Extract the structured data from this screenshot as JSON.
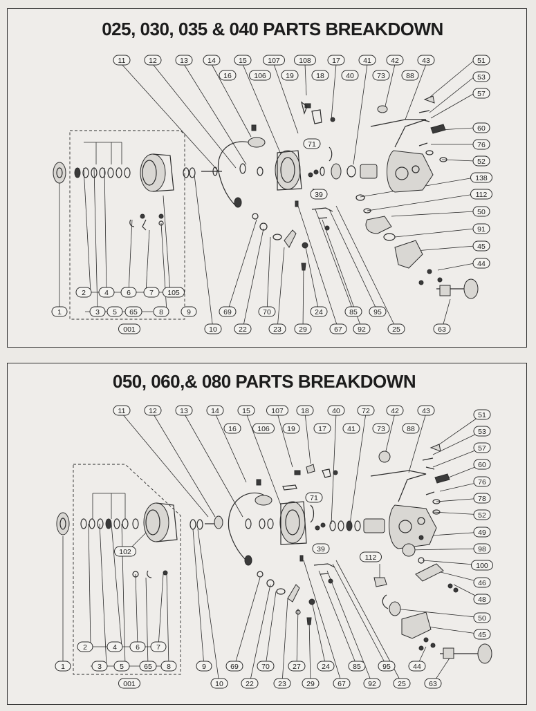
{
  "diagram_top": {
    "title": "025, 030, 035 & 040 PARTS BREAKDOWN",
    "top_row": [
      "11",
      "12",
      "13",
      "14",
      "15",
      "107",
      "108",
      "17",
      "41",
      "42",
      "43",
      "51",
      "53",
      "57",
      "60",
      "76",
      "52"
    ],
    "inner_labels": [
      "16",
      "106",
      "19",
      "18",
      "40",
      "73",
      "88",
      "71",
      "39",
      "138",
      "112",
      "50",
      "91",
      "45",
      "44"
    ],
    "bottom_row": [
      "1",
      "2",
      "3",
      "4",
      "5",
      "6",
      "65",
      "7",
      "8",
      "105",
      "9",
      "10",
      "69",
      "22",
      "70",
      "23",
      "29",
      "24",
      "67",
      "85",
      "92",
      "95",
      "25",
      "63"
    ],
    "group_label": "001"
  },
  "diagram_bottom": {
    "title": "050, 060,& 080 PARTS BREAKDOWN",
    "top_row": [
      "11",
      "12",
      "13",
      "14",
      "15",
      "107",
      "18",
      "40",
      "72",
      "42",
      "43",
      "51",
      "53",
      "57",
      "60",
      "76",
      "78",
      "52"
    ],
    "inner_labels": [
      "16",
      "106",
      "19",
      "17",
      "41",
      "73",
      "88",
      "71",
      "39",
      "102",
      "112",
      "49",
      "98",
      "100",
      "46",
      "48",
      "50",
      "45"
    ],
    "bottom_row": [
      "1",
      "2",
      "3",
      "4",
      "5",
      "6",
      "65",
      "7",
      "8",
      "9",
      "10",
      "69",
      "22",
      "70",
      "23",
      "27",
      "29",
      "24",
      "67",
      "85",
      "92",
      "95",
      "25",
      "44",
      "63"
    ],
    "group_label": "001"
  }
}
